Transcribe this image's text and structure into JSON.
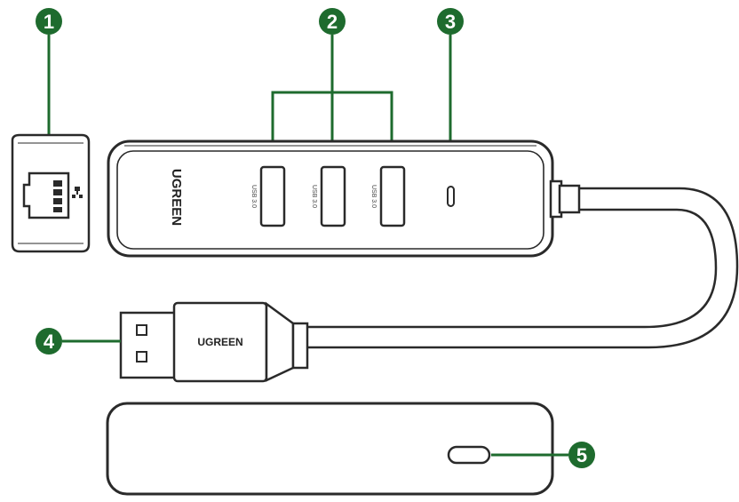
{
  "brand_name": "UGREEN",
  "callout_color": "#1e6b2e",
  "outline_color": "#2a2a2a",
  "callouts": [
    {
      "number": "1",
      "meaning": "ethernet-port"
    },
    {
      "number": "2",
      "meaning": "usb-ports"
    },
    {
      "number": "3",
      "meaning": "indicator-light"
    },
    {
      "number": "4",
      "meaning": "usb-plug"
    },
    {
      "number": "5",
      "meaning": "bottom-light"
    }
  ],
  "usb_ports": [
    {
      "label": "USB 3.0"
    },
    {
      "label": "USB 3.0"
    },
    {
      "label": "USB 3.0"
    }
  ],
  "icons": [
    "ethernet-port-icon",
    "network-icon",
    "usb-plug-icon"
  ]
}
